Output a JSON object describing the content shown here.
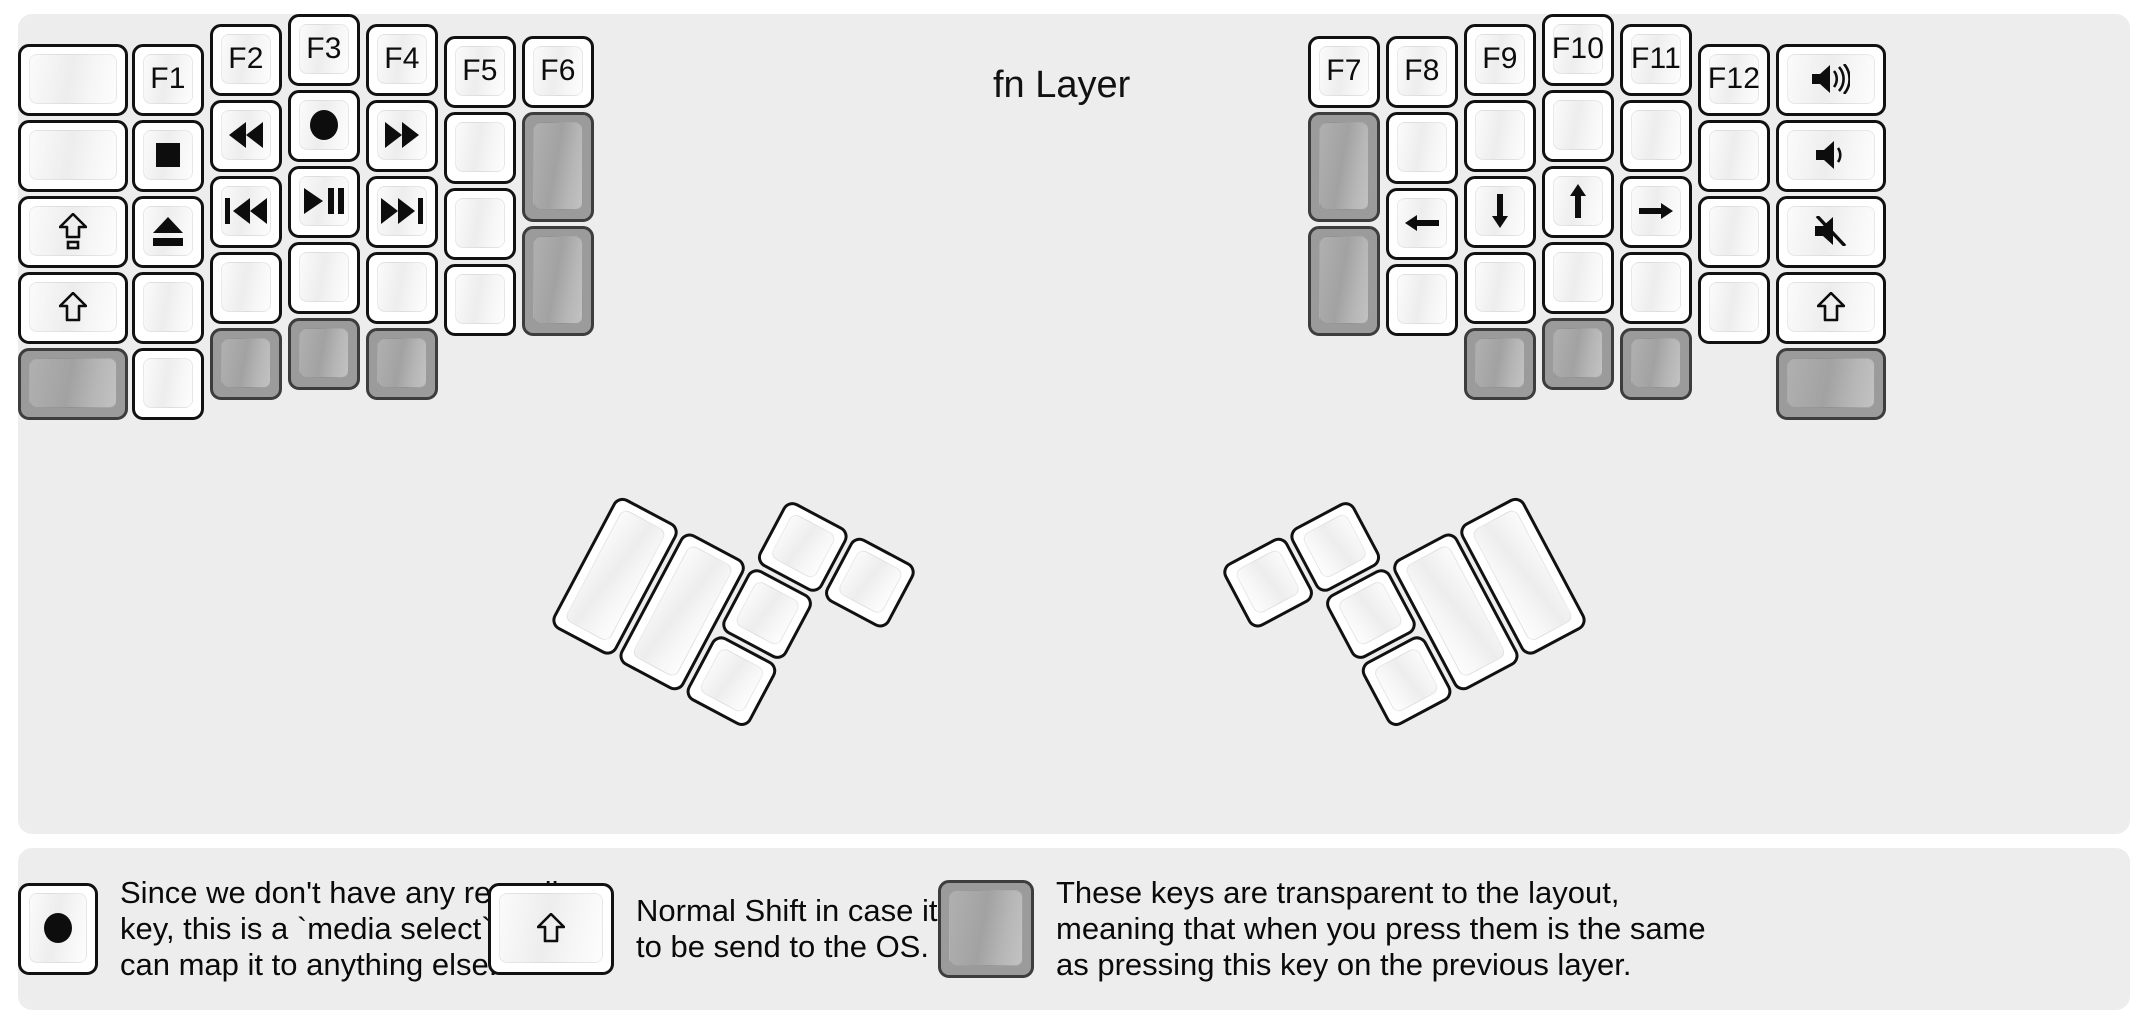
{
  "title": "fn Layer",
  "colors": {
    "page_background": "#ffffff",
    "panel_background": "#ededed",
    "key_face": "#ffffff",
    "key_outline": "#111111",
    "transparent_key": "#9b9b9b",
    "label_text": "#0d0d0d"
  },
  "keyboard": {
    "left_half": {
      "columns": [
        {
          "name": "col-pinky-outer",
          "keys": [
            {
              "label": "",
              "icon": "",
              "type": "normal"
            },
            {
              "label": "",
              "icon": "",
              "type": "normal"
            },
            {
              "label": "",
              "icon": "caps-shift-icon",
              "type": "normal"
            },
            {
              "label": "",
              "icon": "shift-icon",
              "type": "normal"
            },
            {
              "label": "",
              "icon": "",
              "type": "transparent"
            }
          ]
        },
        {
          "name": "col-pinky",
          "keys": [
            {
              "label": "F1",
              "icon": "",
              "type": "normal"
            },
            {
              "label": "",
              "icon": "media-stop-icon",
              "type": "normal"
            },
            {
              "label": "",
              "icon": "media-eject-icon",
              "type": "normal"
            },
            {
              "label": "",
              "icon": "",
              "type": "normal"
            },
            {
              "label": "",
              "icon": "",
              "type": "normal"
            }
          ]
        },
        {
          "name": "col-ring",
          "keys": [
            {
              "label": "F2",
              "icon": "",
              "type": "normal"
            },
            {
              "label": "",
              "icon": "media-rewind-icon",
              "type": "normal"
            },
            {
              "label": "",
              "icon": "media-previous-icon",
              "type": "normal"
            },
            {
              "label": "",
              "icon": "",
              "type": "normal"
            },
            {
              "label": "",
              "icon": "",
              "type": "transparent"
            }
          ]
        },
        {
          "name": "col-middle",
          "keys": [
            {
              "label": "F3",
              "icon": "",
              "type": "normal"
            },
            {
              "label": "",
              "icon": "media-record-icon",
              "type": "normal"
            },
            {
              "label": "",
              "icon": "media-play-pause-icon",
              "type": "normal"
            },
            {
              "label": "",
              "icon": "",
              "type": "normal"
            },
            {
              "label": "",
              "icon": "",
              "type": "transparent"
            }
          ]
        },
        {
          "name": "col-index",
          "keys": [
            {
              "label": "F4",
              "icon": "",
              "type": "normal"
            },
            {
              "label": "",
              "icon": "media-fast-forward-icon",
              "type": "normal"
            },
            {
              "label": "",
              "icon": "media-next-icon",
              "type": "normal"
            },
            {
              "label": "",
              "icon": "",
              "type": "normal"
            },
            {
              "label": "",
              "icon": "",
              "type": "transparent"
            }
          ]
        },
        {
          "name": "col-inner",
          "keys": [
            {
              "label": "F5",
              "icon": "",
              "type": "normal"
            },
            {
              "label": "",
              "icon": "",
              "type": "normal"
            },
            {
              "label": "",
              "icon": "",
              "type": "normal"
            },
            {
              "label": "",
              "icon": "",
              "type": "normal"
            }
          ]
        },
        {
          "name": "col-innermost",
          "keys": [
            {
              "label": "F6",
              "icon": "",
              "type": "normal"
            },
            {
              "label": "",
              "icon": "",
              "type": "transparent"
            },
            {
              "label": "",
              "icon": "",
              "type": "transparent"
            }
          ]
        }
      ],
      "thumb_cluster": [
        {
          "label": "",
          "icon": "",
          "type": "normal"
        },
        {
          "label": "",
          "icon": "",
          "type": "normal"
        },
        {
          "label": "",
          "icon": "",
          "type": "normal"
        },
        {
          "label": "",
          "icon": "",
          "type": "normal"
        },
        {
          "label": "",
          "icon": "",
          "type": "normal"
        },
        {
          "label": "",
          "icon": "",
          "type": "normal"
        }
      ]
    },
    "right_half": {
      "columns": [
        {
          "name": "col-innermost",
          "keys": [
            {
              "label": "F7",
              "icon": "",
              "type": "normal"
            },
            {
              "label": "",
              "icon": "",
              "type": "transparent"
            },
            {
              "label": "",
              "icon": "",
              "type": "transparent"
            }
          ]
        },
        {
          "name": "col-inner",
          "keys": [
            {
              "label": "F8",
              "icon": "",
              "type": "normal"
            },
            {
              "label": "",
              "icon": "",
              "type": "normal"
            },
            {
              "label": "",
              "icon": "arrow-left-icon",
              "type": "normal"
            },
            {
              "label": "",
              "icon": "",
              "type": "normal"
            }
          ]
        },
        {
          "name": "col-index",
          "keys": [
            {
              "label": "F9",
              "icon": "",
              "type": "normal"
            },
            {
              "label": "",
              "icon": "",
              "type": "normal"
            },
            {
              "label": "",
              "icon": "arrow-down-icon",
              "type": "normal"
            },
            {
              "label": "",
              "icon": "",
              "type": "normal"
            },
            {
              "label": "",
              "icon": "",
              "type": "transparent"
            }
          ]
        },
        {
          "name": "col-middle",
          "keys": [
            {
              "label": "F10",
              "icon": "",
              "type": "normal"
            },
            {
              "label": "",
              "icon": "",
              "type": "normal"
            },
            {
              "label": "",
              "icon": "arrow-up-icon",
              "type": "normal"
            },
            {
              "label": "",
              "icon": "",
              "type": "normal"
            },
            {
              "label": "",
              "icon": "",
              "type": "transparent"
            }
          ]
        },
        {
          "name": "col-ring",
          "keys": [
            {
              "label": "F11",
              "icon": "",
              "type": "normal"
            },
            {
              "label": "",
              "icon": "",
              "type": "normal"
            },
            {
              "label": "",
              "icon": "arrow-right-icon",
              "type": "normal"
            },
            {
              "label": "",
              "icon": "",
              "type": "normal"
            },
            {
              "label": "",
              "icon": "",
              "type": "transparent"
            }
          ]
        },
        {
          "name": "col-pinky",
          "keys": [
            {
              "label": "F12",
              "icon": "",
              "type": "normal"
            },
            {
              "label": "",
              "icon": "",
              "type": "normal"
            },
            {
              "label": "",
              "icon": "",
              "type": "normal"
            },
            {
              "label": "",
              "icon": "",
              "type": "normal"
            }
          ]
        },
        {
          "name": "col-pinky-outer",
          "keys": [
            {
              "label": "",
              "icon": "volume-up-icon",
              "type": "normal"
            },
            {
              "label": "",
              "icon": "volume-down-icon",
              "type": "normal"
            },
            {
              "label": "",
              "icon": "volume-mute-icon",
              "type": "normal"
            },
            {
              "label": "",
              "icon": "shift-icon",
              "type": "normal"
            },
            {
              "label": "",
              "icon": "",
              "type": "transparent"
            }
          ]
        }
      ],
      "thumb_cluster": [
        {
          "label": "",
          "icon": "",
          "type": "normal"
        },
        {
          "label": "",
          "icon": "",
          "type": "normal"
        },
        {
          "label": "",
          "icon": "",
          "type": "normal"
        },
        {
          "label": "",
          "icon": "",
          "type": "normal"
        },
        {
          "label": "",
          "icon": "",
          "type": "normal"
        },
        {
          "label": "",
          "icon": "",
          "type": "normal"
        }
      ]
    }
  },
  "legend": [
    {
      "icon": "media-record-icon",
      "key_type": "normal",
      "text": "Since we don't have any recording\nkey, this is a `media select` so user\ncan map it to anything else."
    },
    {
      "icon": "shift-icon",
      "key_type": "normal",
      "text": "Normal Shift in case it needs\nto be send to the OS."
    },
    {
      "icon": "",
      "key_type": "transparent",
      "text": "These keys are transparent to the layout,\nmeaning that when you press them is the same\nas pressing this key on the previous layer."
    }
  ]
}
